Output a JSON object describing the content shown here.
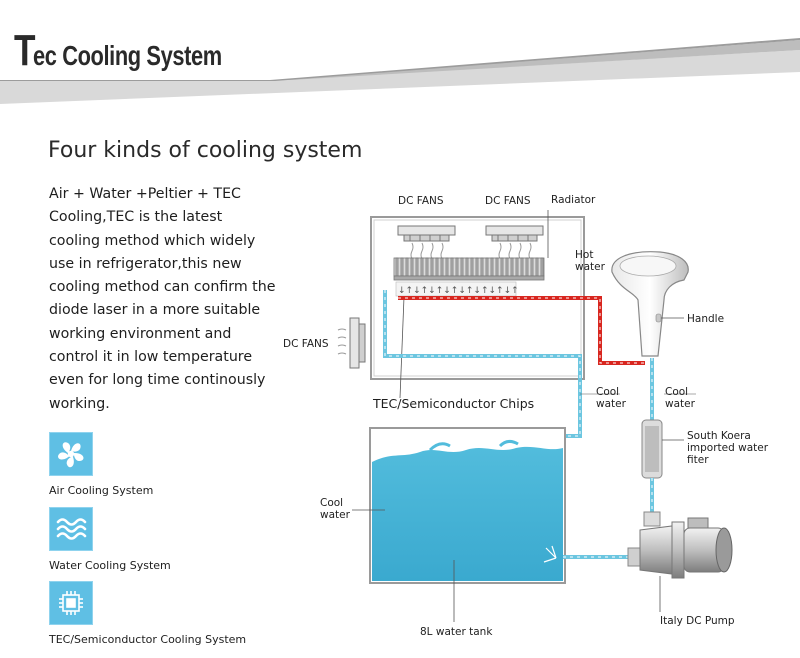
{
  "banner": {
    "title_initial": "T",
    "title_rest": "ec Cooling System"
  },
  "heading": "Four kinds of cooling system",
  "description": "Air + Water +Peltier + TEC\nCooling,TEC is the latest\ncooling method which widely\nuse in refrigerator,this new\ncooling method can confirm the\ndiode laser in a more suitable\nworking environment and\ncontrol it in low temperature\neven for long time continously\nworking.",
  "legend": [
    {
      "label": "Air Cooling System",
      "icon": "fan-icon"
    },
    {
      "label": "Water Cooling System",
      "icon": "water-waves-icon"
    },
    {
      "label": "TEC/Semiconductor Cooling System",
      "icon": "chip-icon"
    }
  ],
  "diagram": {
    "dc_fans_left": "DC FANS",
    "dc_fans_right": "DC FANS",
    "radiator": "Radiator",
    "hot_water": "Hot\nwater",
    "handle": "Handle",
    "dc_fans_side": "DC FANS",
    "tec_chips": "TEC/Semiconductor Chips",
    "cool_water_1": "Cool\nwater",
    "cool_water_2": "Cool\nwater",
    "filter": "South Koera\nimported water\nfiter",
    "cool_water_tank": "Cool\nwater",
    "tank": "8L water tank",
    "pump": "Italy DC Pump"
  },
  "colors": {
    "water": "#4fb8d8",
    "hot_pipe": "#d8261f",
    "cool_pipe": "#6cc6e0",
    "accent": "#5fbfe4"
  }
}
